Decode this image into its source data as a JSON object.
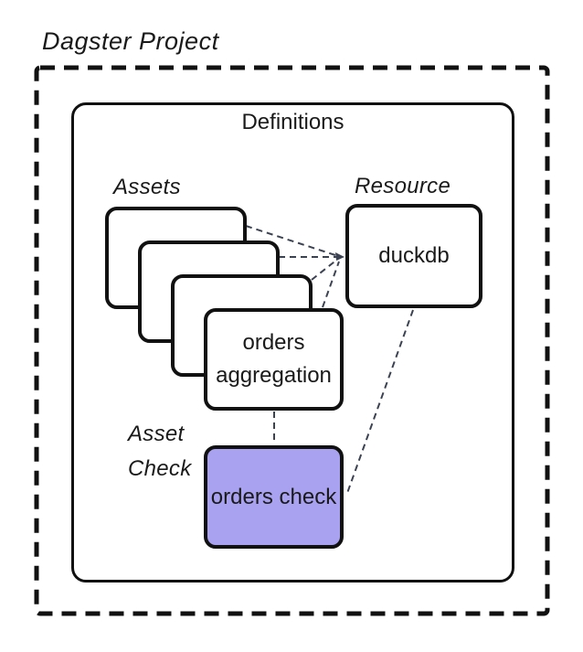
{
  "diagram": {
    "title": "Dagster Project",
    "definitions_label": "Definitions",
    "assets_label": "Assets",
    "resource_label": "Resource",
    "asset_check_label": [
      "Asset",
      "Check"
    ],
    "nodes": {
      "orders_aggregation": {
        "label": "orders aggregation"
      },
      "duckdb": {
        "label": "duckdb"
      },
      "orders_check": {
        "label": "orders check"
      },
      "blank_asset_cards": 3
    },
    "edges": [
      {
        "from": "asset-card-1",
        "to": "duckdb",
        "style": "dashed",
        "arrowhead": "at-duckdb"
      },
      {
        "from": "asset-card-2",
        "to": "duckdb",
        "style": "dashed",
        "arrowhead": "at-duckdb"
      },
      {
        "from": "asset-card-3",
        "to": "duckdb",
        "style": "dashed",
        "arrowhead": "at-duckdb"
      },
      {
        "from": "orders-aggregation",
        "to": "duckdb",
        "style": "dashed",
        "arrowhead": "at-duckdb"
      },
      {
        "from": "orders-aggregation",
        "to": "orders-check",
        "style": "dashed",
        "arrowhead": "none"
      },
      {
        "from": "duckdb",
        "to": "orders-check",
        "style": "dashed",
        "arrowhead": "none"
      }
    ],
    "colors": {
      "border": "#111111",
      "connector": "#3b4252",
      "asset_check_fill": "#a8a2f0",
      "node_fill": "#ffffff",
      "background": "#ffffff",
      "text": "#1a1a1a"
    }
  }
}
